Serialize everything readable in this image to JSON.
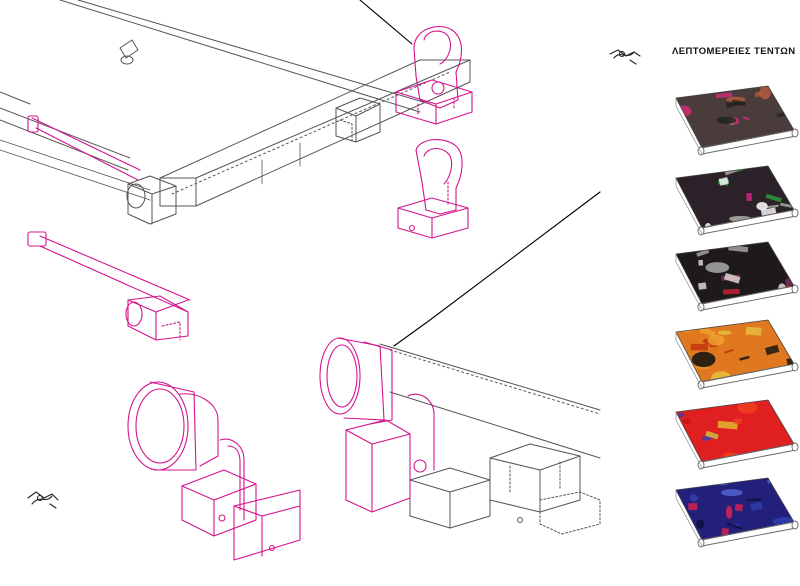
{
  "title": "ΛΕΠΤΟΜΕΡΕΙΕΣ ΤΕΝΤΩΝ",
  "colors": {
    "line": "#555555",
    "magenta": "#d4148c",
    "leader": "#000000"
  },
  "awning_panels": [
    {
      "name": "awning-panel-dark-leaves",
      "base": "#4a3c3a",
      "accents": [
        "#d32a7a",
        "#8a7a70",
        "#222222",
        "#b05a40"
      ]
    },
    {
      "name": "awning-panel-magenta-collage",
      "base": "#2a2228",
      "accents": [
        "#e0208a",
        "#b0b0a8",
        "#30a040",
        "#ffffff"
      ]
    },
    {
      "name": "awning-panel-red-collage",
      "base": "#1e1a1c",
      "accents": [
        "#d0203a",
        "#e8e0d8",
        "#803060",
        "#aaaaaa"
      ]
    },
    {
      "name": "awning-panel-orange-lizard",
      "base": "#e07820",
      "accents": [
        "#f0a030",
        "#c03010",
        "#101010",
        "#e8c040"
      ]
    },
    {
      "name": "awning-panel-red-pattern",
      "base": "#e02020",
      "accents": [
        "#f04020",
        "#3a40b0",
        "#e0c030",
        "#c01818"
      ]
    },
    {
      "name": "awning-panel-blue-figures",
      "base": "#22207a",
      "accents": [
        "#3040b0",
        "#e02050",
        "#101040",
        "#5060d0"
      ]
    }
  ]
}
